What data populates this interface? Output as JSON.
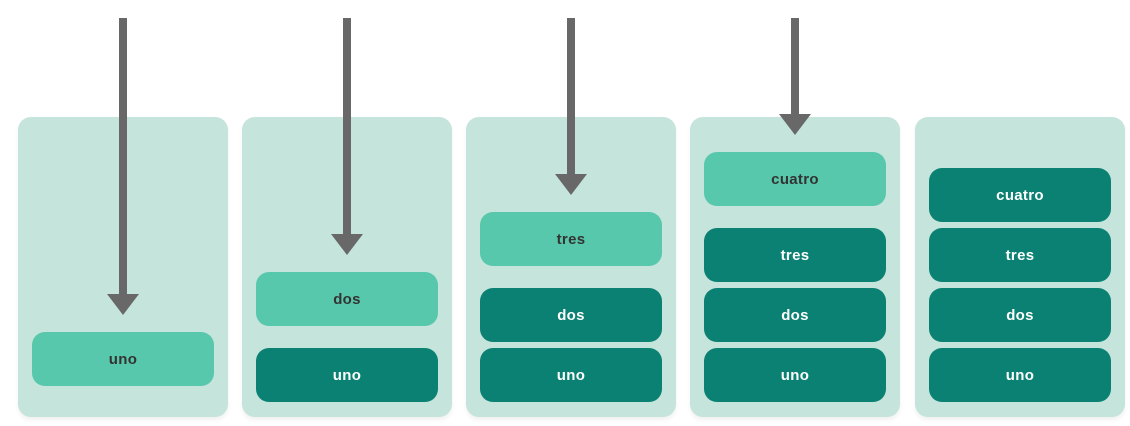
{
  "diagram": {
    "kind": "stack-push-sequence",
    "item_labels": [
      "uno",
      "dos",
      "tres",
      "cuatro"
    ]
  },
  "colors": {
    "page_bg": "#ffffff",
    "container_bg": "#c5e4db",
    "incoming_block": "#57c8ab",
    "settled_block": "#0b8173",
    "arrow": "#686868",
    "incoming_text": "#333333",
    "settled_text": "#ffffff"
  },
  "panels": [
    {
      "arrow": true,
      "blocks": [
        {
          "label": "uno",
          "state": "incoming",
          "slot": 0
        }
      ]
    },
    {
      "arrow": true,
      "blocks": [
        {
          "label": "dos",
          "state": "incoming",
          "slot": 1
        },
        {
          "label": "uno",
          "state": "settled",
          "slot": 0
        }
      ]
    },
    {
      "arrow": true,
      "blocks": [
        {
          "label": "tres",
          "state": "incoming",
          "slot": 2
        },
        {
          "label": "dos",
          "state": "settled",
          "slot": 1
        },
        {
          "label": "uno",
          "state": "settled",
          "slot": 0
        }
      ]
    },
    {
      "arrow": true,
      "blocks": [
        {
          "label": "cuatro",
          "state": "incoming",
          "slot": 3
        },
        {
          "label": "tres",
          "state": "settled",
          "slot": 2
        },
        {
          "label": "dos",
          "state": "settled",
          "slot": 1
        },
        {
          "label": "uno",
          "state": "settled",
          "slot": 0
        }
      ]
    },
    {
      "arrow": false,
      "blocks": [
        {
          "label": "cuatro",
          "state": "settled",
          "slot": 3
        },
        {
          "label": "tres",
          "state": "settled",
          "slot": 2
        },
        {
          "label": "dos",
          "state": "settled",
          "slot": 1
        },
        {
          "label": "uno",
          "state": "settled",
          "slot": 0
        }
      ]
    }
  ]
}
